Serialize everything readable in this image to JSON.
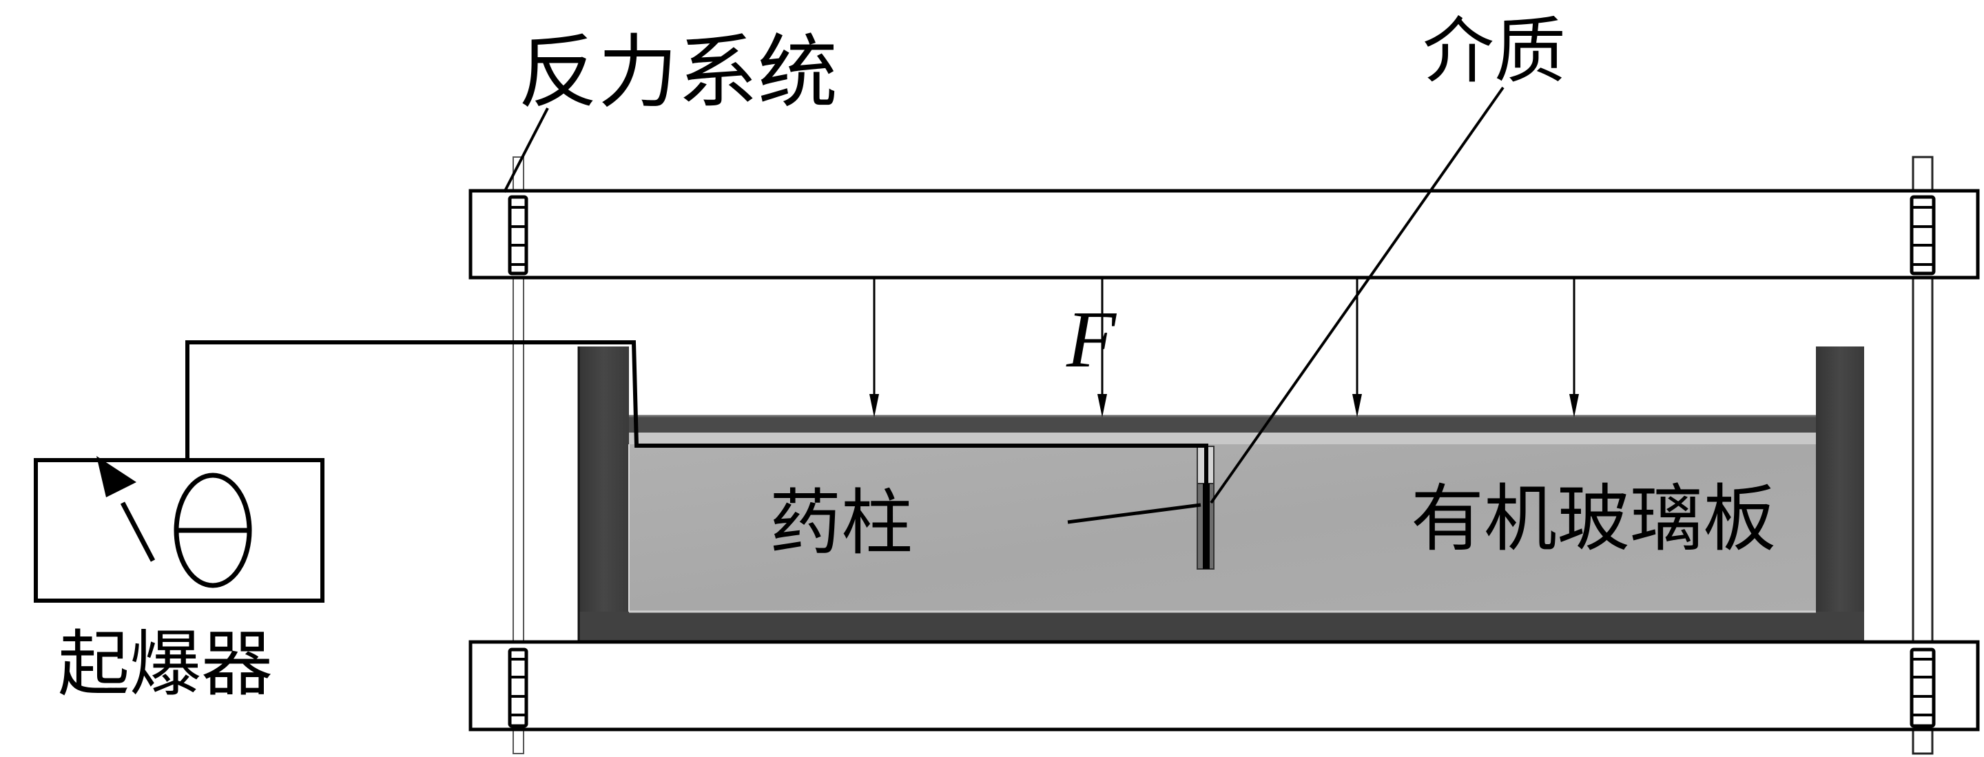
{
  "labels": {
    "reaction_system": "反力系统",
    "medium": "介质",
    "force": "F",
    "charge": "药柱",
    "pmma_plate": "有机玻璃板",
    "detonator": "起爆器"
  },
  "force_arrows": {
    "count": 4
  },
  "colors": {
    "container_wall": "#3f3f3f",
    "pmma_fill": "#ababab",
    "lid_strip": "#4a4a4a",
    "lid_light": "#c8c8c8",
    "line": "#000000",
    "charge_outer": "#6e6e6e",
    "charge_core": "#000000",
    "charge_top": "#d4d4d4"
  }
}
